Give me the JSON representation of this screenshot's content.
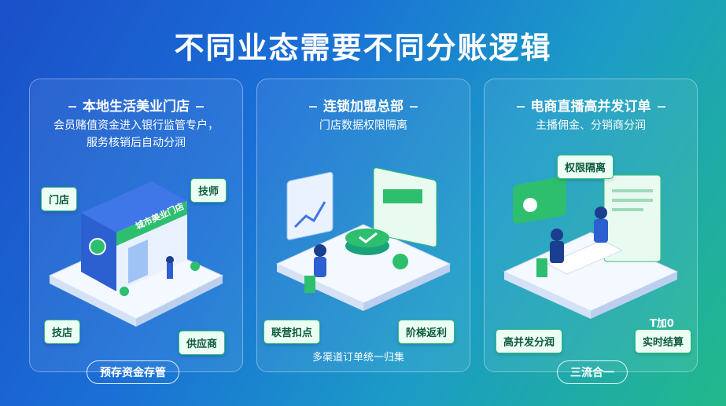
{
  "title": "不同业态需要不同分账逻辑",
  "cards": [
    {
      "title": "本地生活美业门店",
      "subtitle_1": "会员赌值资金进入银行监管专户，",
      "subtitle_2": "服务核销后自动分润",
      "shop_sign": "城市美业门店",
      "tags": [
        "门店",
        "技师",
        "技店",
        "供应商"
      ],
      "pill": "预存资金存管"
    },
    {
      "title": "连锁加盟总部",
      "subtitle_1": "门店数据权限隔离",
      "tags": [
        "联营扣点",
        "阶梯返利"
      ],
      "note": "多渠道订单统一归集"
    },
    {
      "title": "电商直播高并发订单",
      "subtitle_1": "主播佣金、分销商分润",
      "tags": [
        "权限隔离",
        "高并发分润",
        "实时结算"
      ],
      "tplus": "T加0",
      "pill": "三流合一"
    }
  ],
  "colors": {
    "accent_green": "#2ebf6e",
    "brand_blue": "#1a4fc9"
  }
}
